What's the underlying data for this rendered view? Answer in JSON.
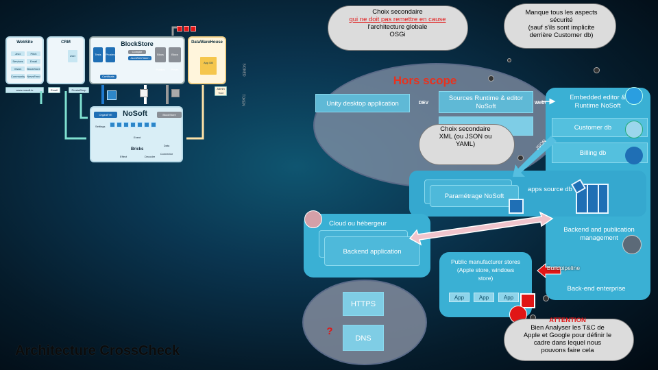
{
  "mini": {
    "website": {
      "title": "WebSite",
      "url": "www.nosoft.io",
      "cells": [
        "Jeux",
        "Pitch",
        "Services",
        "Email",
        "Vision",
        "BlockStore",
        "Community",
        "NewsFeed"
      ]
    },
    "crm": {
      "title": "CRM",
      "user": "User",
      "email": "Email",
      "prestashop": "PrestaShop"
    },
    "blockstore": {
      "title": "BlockStore",
      "cells": [
        "Tests",
        "Proxies",
        "Blocs Publics",
        "Blocs Privés",
        "Compile",
        "JsonWebToken",
        "Certificats"
      ]
    },
    "datawarehouse": {
      "title": "DataWareHouse",
      "cell": "App DB",
      "admin": "Admin Tool"
    },
    "nosoft": {
      "title": "NoSoft",
      "organeyes": "OrganEYE",
      "blockstore": "BlockStore",
      "settings": "Settings",
      "bricks": "Bricks",
      "effect": "Effect",
      "decoder": "Decoder",
      "data_connector": "Data Connector",
      "event": "Event"
    },
    "side_labels": [
      "SIGNED",
      "TOKEN"
    ]
  },
  "footer_title": "Architecture CrossCheck",
  "hors_scope": "Hors scope",
  "unity_desktop": "Unity desktop application",
  "dev_label": "DEV",
  "sources_runtime": "Sources Runtime & editor NoSoft",
  "webgl_label": "WebGL",
  "embedded_editor": "Embedded editor & Runtime NoSoft",
  "customer_db": "Customer db",
  "billing_db": "Billing db",
  "json_label": "JSON",
  "parametrage": "Paramétrage NoSoft",
  "apps_source_db": "apps source db",
  "cloud_hebergeur": "Cloud ou hébergeur",
  "backend_application": "Backend application",
  "backend_publication": "Backend and publication management",
  "build_pipeline": "Buildpipeline",
  "backend_enterprise": "Back-end enterprise",
  "public_stores": "Public manufacturer stores (Apple store, windows store)",
  "app_labels": [
    "App",
    "App",
    "App"
  ],
  "https": "HTTPS",
  "dns": "DNS",
  "question_mark": "?",
  "clouds": {
    "choix_secondaire_osgi": {
      "line1": "Choix secondaire",
      "line2": "qui ne doit pas remettre en cause",
      "line3": "l'architecture globale",
      "line4": "OSGi"
    },
    "securite": {
      "line1": "Manque tous les aspects sécurité",
      "line2": "(sauf s'ils sont implicite derrière Customer db)"
    },
    "xml": {
      "line1": "Choix secondaire XML (ou JSON ou YAML)"
    },
    "attention": {
      "title": "ATTENTION",
      "text": "Bien Analyser les T&C de Apple et Google pour définir le cadre dans lequel nous pouvons faire cela"
    }
  },
  "colors": {
    "accent": "#3ab0d4",
    "warning": "#e01616",
    "hors_scope": "#e8321e"
  }
}
